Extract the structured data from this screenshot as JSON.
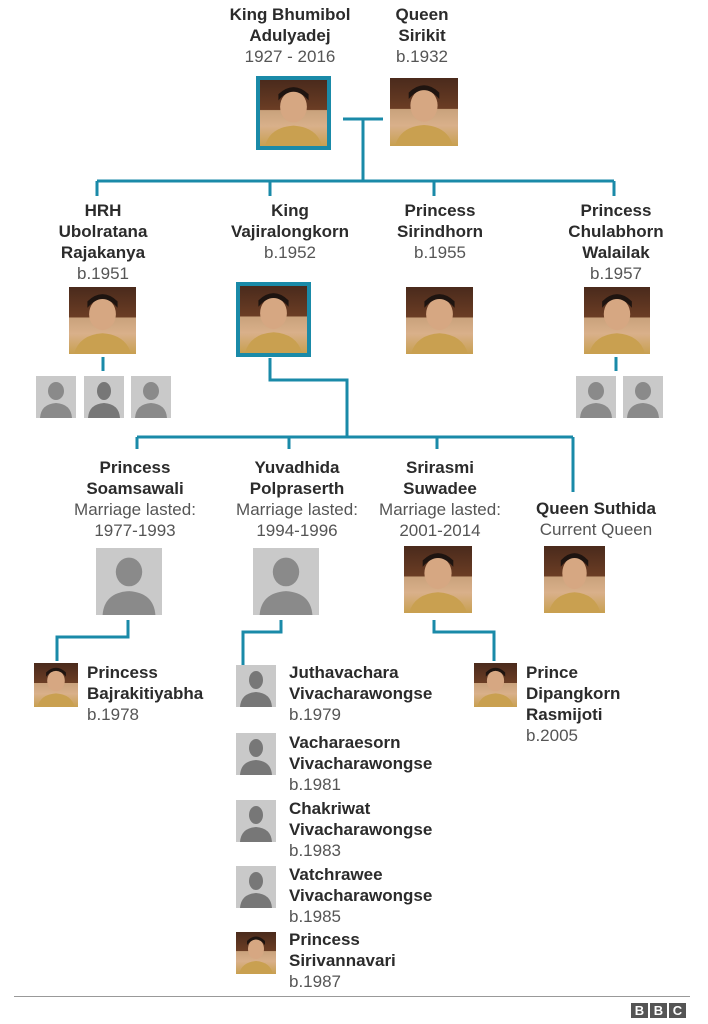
{
  "colors": {
    "connector": "#1a8aa8",
    "name": "#2b2b2b",
    "detail": "#555555",
    "silhouette_bg": "#c9c9c9",
    "silhouette_fg": "#8a8a8a"
  },
  "people": [
    {
      "id": "bhumibol",
      "name_lines": [
        "King Bhumibol",
        "Adulyadej"
      ],
      "detail_lines": [
        "1927 - 2016"
      ],
      "photo": "portrait"
    },
    {
      "id": "sirikit",
      "name_lines": [
        "Queen",
        "Sirikit"
      ],
      "detail_lines": [
        "b.1932"
      ],
      "photo": "portrait"
    },
    {
      "id": "ubolratana",
      "name_lines": [
        "HRH",
        "Ubolratana",
        "Rajakanya"
      ],
      "detail_lines": [
        "b.1951"
      ],
      "photo": "portrait"
    },
    {
      "id": "vajiralongkorn",
      "name_lines": [
        "King",
        "Vajiralongkorn"
      ],
      "detail_lines": [
        "b.1952"
      ],
      "photo": "portrait"
    },
    {
      "id": "sirindhorn",
      "name_lines": [
        "Princess",
        "Sirindhorn"
      ],
      "detail_lines": [
        "b.1955"
      ],
      "photo": "portrait"
    },
    {
      "id": "chulabhorn",
      "name_lines": [
        "Princess",
        "Chulabhorn",
        "Walailak"
      ],
      "detail_lines": [
        "b.1957"
      ],
      "photo": "portrait"
    },
    {
      "id": "soamsawali",
      "name_lines": [
        "Princess",
        "Soamsawali"
      ],
      "detail_lines": [
        "Marriage lasted:",
        "1977-1993"
      ],
      "photo": "silhouette-female"
    },
    {
      "id": "yuvadhida",
      "name_lines": [
        "Yuvadhida",
        "Polpraserth"
      ],
      "detail_lines": [
        "Marriage lasted:",
        "1994-1996"
      ],
      "photo": "silhouette-female"
    },
    {
      "id": "srirasmi",
      "name_lines": [
        "Srirasmi",
        "Suwadee"
      ],
      "detail_lines": [
        "Marriage lasted:",
        "2001-2014"
      ],
      "photo": "portrait"
    },
    {
      "id": "suthida",
      "name_lines": [
        "Queen Suthida"
      ],
      "detail_lines": [
        "Current Queen"
      ],
      "photo": "portrait"
    },
    {
      "id": "bajrakitiyabha",
      "name_lines": [
        "Princess",
        "Bajrakitiyabha"
      ],
      "detail_lines": [
        "b.1978"
      ],
      "photo": "portrait"
    },
    {
      "id": "juthavachara",
      "name_lines": [
        "Juthavachara",
        "Vivacharawongse"
      ],
      "detail_lines": [
        "b.1979"
      ],
      "photo": "silhouette-male"
    },
    {
      "id": "vacharaesorn",
      "name_lines": [
        "Vacharaesorn",
        "Vivacharawongse"
      ],
      "detail_lines": [
        "b.1981"
      ],
      "photo": "silhouette-male"
    },
    {
      "id": "chakriwat",
      "name_lines": [
        "Chakriwat",
        "Vivacharawongse"
      ],
      "detail_lines": [
        "b.1983"
      ],
      "photo": "silhouette-male"
    },
    {
      "id": "vatchrawee",
      "name_lines": [
        "Vatchrawee",
        "Vivacharawongse"
      ],
      "detail_lines": [
        "b.1985"
      ],
      "photo": "silhouette-male"
    },
    {
      "id": "sirivannavari",
      "name_lines": [
        "Princess",
        "Sirivannavari"
      ],
      "detail_lines": [
        "b.1987"
      ],
      "photo": "portrait"
    },
    {
      "id": "dipangkorn",
      "name_lines": [
        "Prince",
        "Dipangkorn",
        "Rasmijoti"
      ],
      "detail_lines": [
        "b.2005"
      ],
      "photo": "portrait"
    }
  ],
  "unnamed_grandchildren": [
    {
      "parent": "ubolratana",
      "silhouettes": [
        "female",
        "male",
        "female"
      ]
    },
    {
      "parent": "chulabhorn",
      "silhouettes": [
        "female",
        "female"
      ]
    }
  ],
  "footer": {
    "logo": [
      "B",
      "B",
      "C"
    ]
  }
}
